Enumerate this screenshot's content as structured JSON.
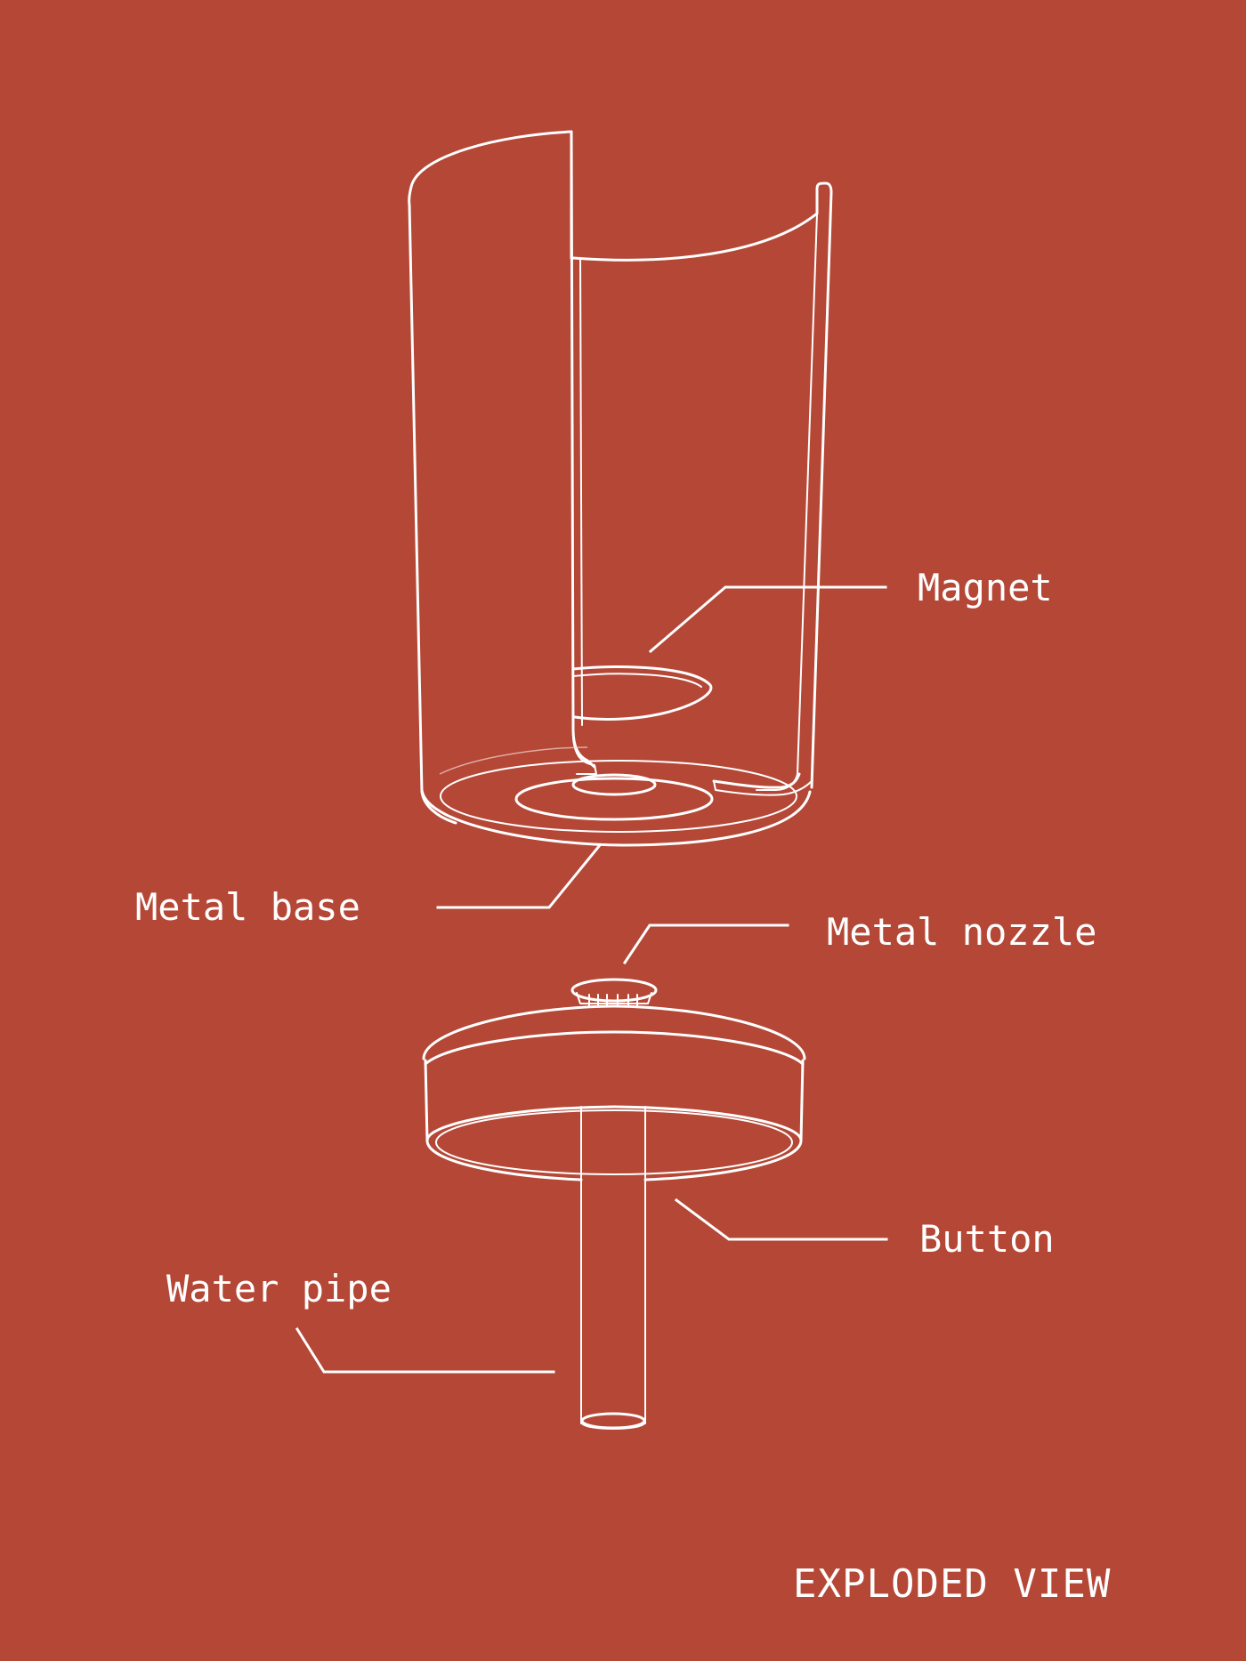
{
  "diagram": {
    "title": "EXPLODED VIEW",
    "background_color": "#B44736",
    "line_color": "#FFFFFF",
    "labels": {
      "magnet": "Magnet",
      "metal_base": "Metal base",
      "metal_nozzle": "Metal nozzle",
      "button": "Button",
      "water_pipe": "Water pipe"
    },
    "parts": [
      "cup-shell",
      "magnet",
      "metal-base",
      "metal-nozzle",
      "button",
      "water-pipe"
    ]
  }
}
